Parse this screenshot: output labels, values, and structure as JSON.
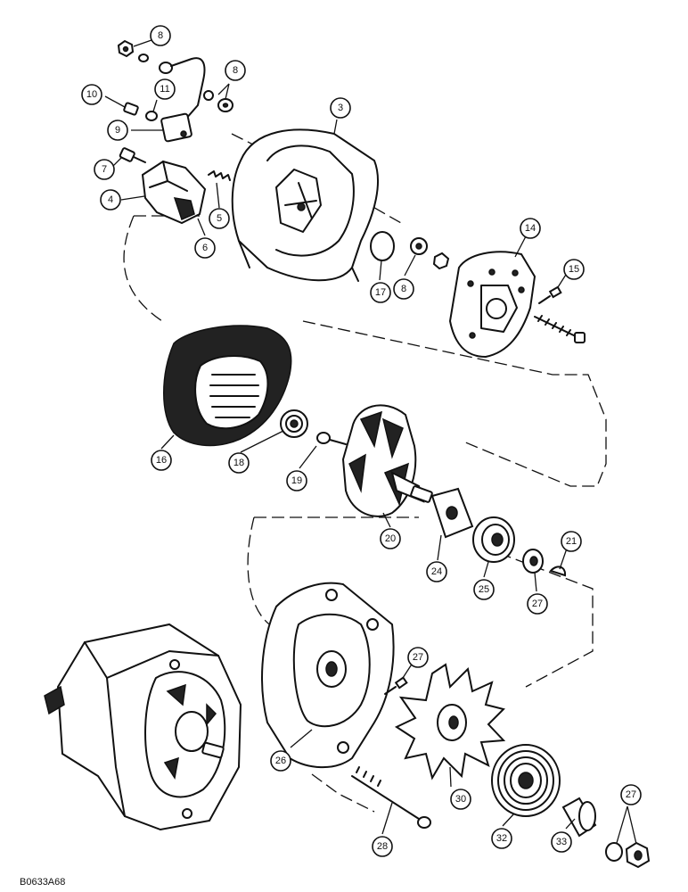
{
  "drawing_code": "B0633A68",
  "callouts": [
    {
      "label": "8"
    },
    {
      "label": "8"
    },
    {
      "label": "10"
    },
    {
      "label": "11"
    },
    {
      "label": "9"
    },
    {
      "label": "3"
    },
    {
      "label": "7"
    },
    {
      "label": "4"
    },
    {
      "label": "5"
    },
    {
      "label": "6"
    },
    {
      "label": "14"
    },
    {
      "label": "15"
    },
    {
      "label": "17"
    },
    {
      "label": "8"
    },
    {
      "label": "16"
    },
    {
      "label": "18"
    },
    {
      "label": "19"
    },
    {
      "label": "20"
    },
    {
      "label": "24"
    },
    {
      "label": "25"
    },
    {
      "label": "27"
    },
    {
      "label": "21"
    },
    {
      "label": "27"
    },
    {
      "label": "26"
    },
    {
      "label": "30"
    },
    {
      "label": "32"
    },
    {
      "label": "33"
    },
    {
      "label": "27"
    },
    {
      "label": "28"
    }
  ]
}
